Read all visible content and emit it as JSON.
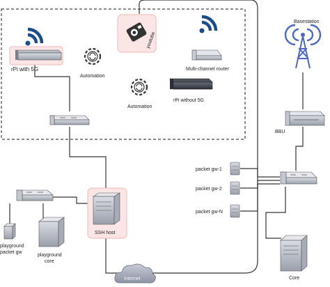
{
  "diagram": {
    "labels": {
      "rpi_5g": "rPi with 5G",
      "automation_1": "Automation",
      "youtube": "youtube",
      "router": "Multi-channel router",
      "automation_2": "Automation",
      "rpi_no5g": "rPi without 5G",
      "basestation": "Basestation",
      "bbu": "BBU",
      "gw1": "packet gw-1",
      "gw2": "packet gw-2",
      "gwn": "packet gw-N",
      "ssh_host": "SSH host",
      "playground_gw_line1": "playground",
      "playground_gw_line2": "packet gw",
      "playground_core_line1": "playground",
      "playground_core_line2": "core",
      "core": "Core",
      "internet": "Internet"
    },
    "colors": {
      "highlight_fill": "#fbe5e5",
      "highlight_stroke": "#f2b8b8",
      "wifi_blue": "#1a4b8c",
      "tower_blue": "#4a67c9"
    },
    "icons": [
      "wifi-icon",
      "gear-icon",
      "router-icon",
      "server-icon",
      "switch-icon",
      "tower-icon",
      "cloud-icon",
      "camera-icon"
    ]
  }
}
